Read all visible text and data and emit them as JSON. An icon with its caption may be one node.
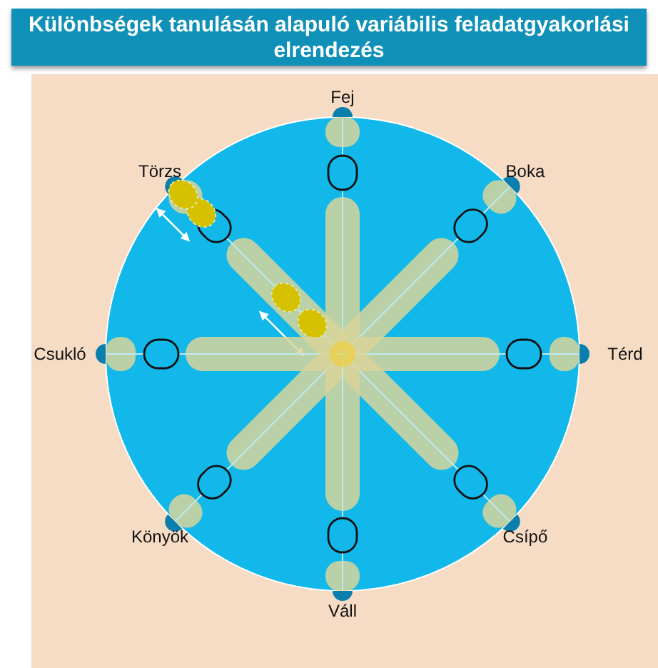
{
  "diagram": {
    "title": "Különbségek tanulásán alapuló variábilis feladatgyakorlási elrendezés",
    "labels": [
      "Fej",
      "Törzs",
      "Boka",
      "Csukló",
      "Térd",
      "Könyök",
      "Csípő",
      "Váll"
    ]
  }
}
